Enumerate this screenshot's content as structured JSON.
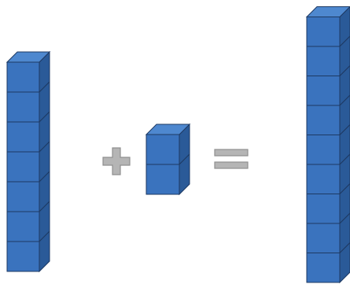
{
  "diagram": {
    "kind": "base-ten block addition",
    "left_stack": {
      "cube_count": 7
    },
    "operator_1": {
      "symbol": "plus",
      "icon": "plus-icon"
    },
    "middle_stack": {
      "cube_count": 2
    },
    "operator_2": {
      "symbol": "equals",
      "icon": "equals-icon"
    },
    "result_stack": {
      "cube_count": 9
    }
  },
  "colors": {
    "cube_front": "#3A73BE",
    "cube_top": "#4E88CF",
    "cube_side": "#2A5A98",
    "cube_edge": "#1E3A63",
    "operator_fill": "#B5B5B5",
    "operator_edge": "#8F8F8F",
    "background": "#FFFFFF"
  }
}
